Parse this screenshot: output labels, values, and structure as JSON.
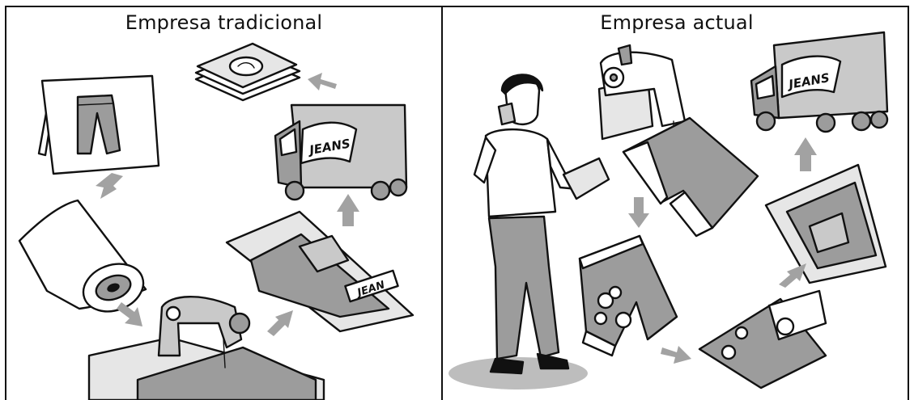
{
  "panels": {
    "left": {
      "title": "Empresa tradicional"
    },
    "right": {
      "title": "Empresa actual"
    }
  },
  "truck_label": "JEANS",
  "package_label": "JEAN",
  "colors": {
    "ink": "#111111",
    "gray_dark": "#9c9c9c",
    "gray_mid": "#c9c9c9",
    "gray_light": "#e6e6e6",
    "arrow": "#a2a2a2"
  }
}
